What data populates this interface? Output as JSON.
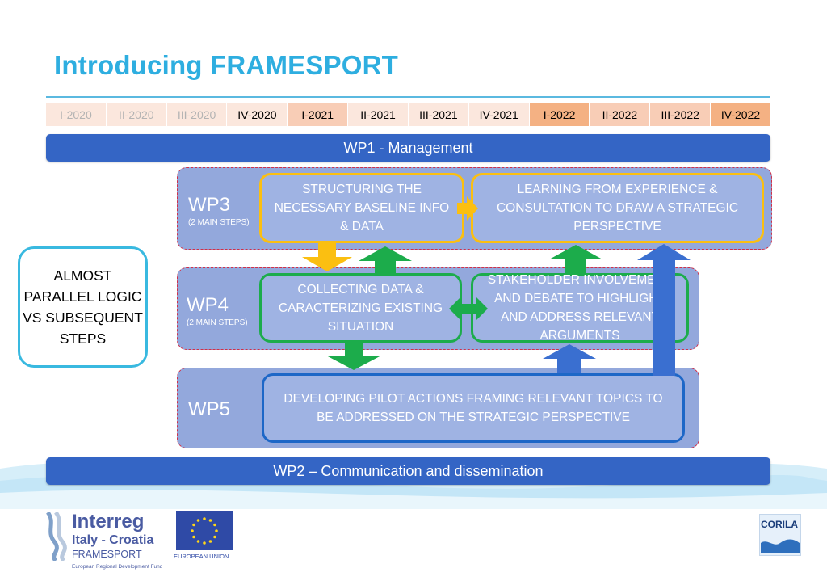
{
  "title": "Introducing FRAMESPORT",
  "timeline": [
    {
      "label": "I-2020",
      "bg": "#fbe7dd",
      "fg": "#b3b3b3"
    },
    {
      "label": "II-2020",
      "bg": "#fbe7dd",
      "fg": "#b3b3b3"
    },
    {
      "label": "III-2020",
      "bg": "#fbe7dd",
      "fg": "#b3b3b3"
    },
    {
      "label": "IV-2020",
      "bg": "#fbe7dd",
      "fg": "#000000"
    },
    {
      "label": "I-2021",
      "bg": "#f8cdb6",
      "fg": "#000000"
    },
    {
      "label": "II-2021",
      "bg": "#fbe7dd",
      "fg": "#000000"
    },
    {
      "label": "III-2021",
      "bg": "#fbe7dd",
      "fg": "#000000"
    },
    {
      "label": "IV-2021",
      "bg": "#fbe7dd",
      "fg": "#000000"
    },
    {
      "label": "I-2022",
      "bg": "#f4b183",
      "fg": "#000000"
    },
    {
      "label": "II-2022",
      "bg": "#f8cdb6",
      "fg": "#000000"
    },
    {
      "label": "III-2022",
      "bg": "#f8cdb6",
      "fg": "#000000"
    },
    {
      "label": "IV-2022",
      "bg": "#f4b183",
      "fg": "#000000"
    }
  ],
  "wp1": "WP1 - Management",
  "wp2": "WP2 – Communication and dissemination",
  "wp3": {
    "label": "WP3",
    "sub": "(2 MAIN STEPS)",
    "step1": "STRUCTURING THE NECESSARY BASELINE INFO & DATA",
    "step2": "LEARNING FROM EXPERIENCE & CONSULTATION TO DRAW A STRATEGIC PERSPECTIVE"
  },
  "wp4": {
    "label": "WP4",
    "sub": "(2 MAIN STEPS)",
    "step1": "COLLECTING DATA & CARACTERIZING EXISTING SITUATION",
    "step2": "STAKEHOLDER INVOLVEMENT AND DEBATE TO HIGHLIGHT AND ADDRESS RELEVANT ARGUMENTS"
  },
  "wp5": {
    "label": "WP5",
    "step1": "DEVELOPING PILOT ACTIONS FRAMING RELEVANT TOPICS TO BE ADDRESSED ON THE STRATEGIC PERSPECTIVE"
  },
  "side_note": "ALMOST PARALLEL LOGIC VS SUBSEQUENT STEPS",
  "footer": {
    "program": "Interreg",
    "region": "Italy - Croatia",
    "project": "FRAMESPORT",
    "fund": "European Regional Development Fund",
    "eu": "EUROPEAN UNION",
    "partner": "CORILA"
  },
  "colors": {
    "title": "#2eaee0",
    "bar": "#3465c5",
    "yellow_arrow": "#fbbf11",
    "green_arrow": "#1cac4b",
    "blue_arrow": "#3a6fd0"
  }
}
